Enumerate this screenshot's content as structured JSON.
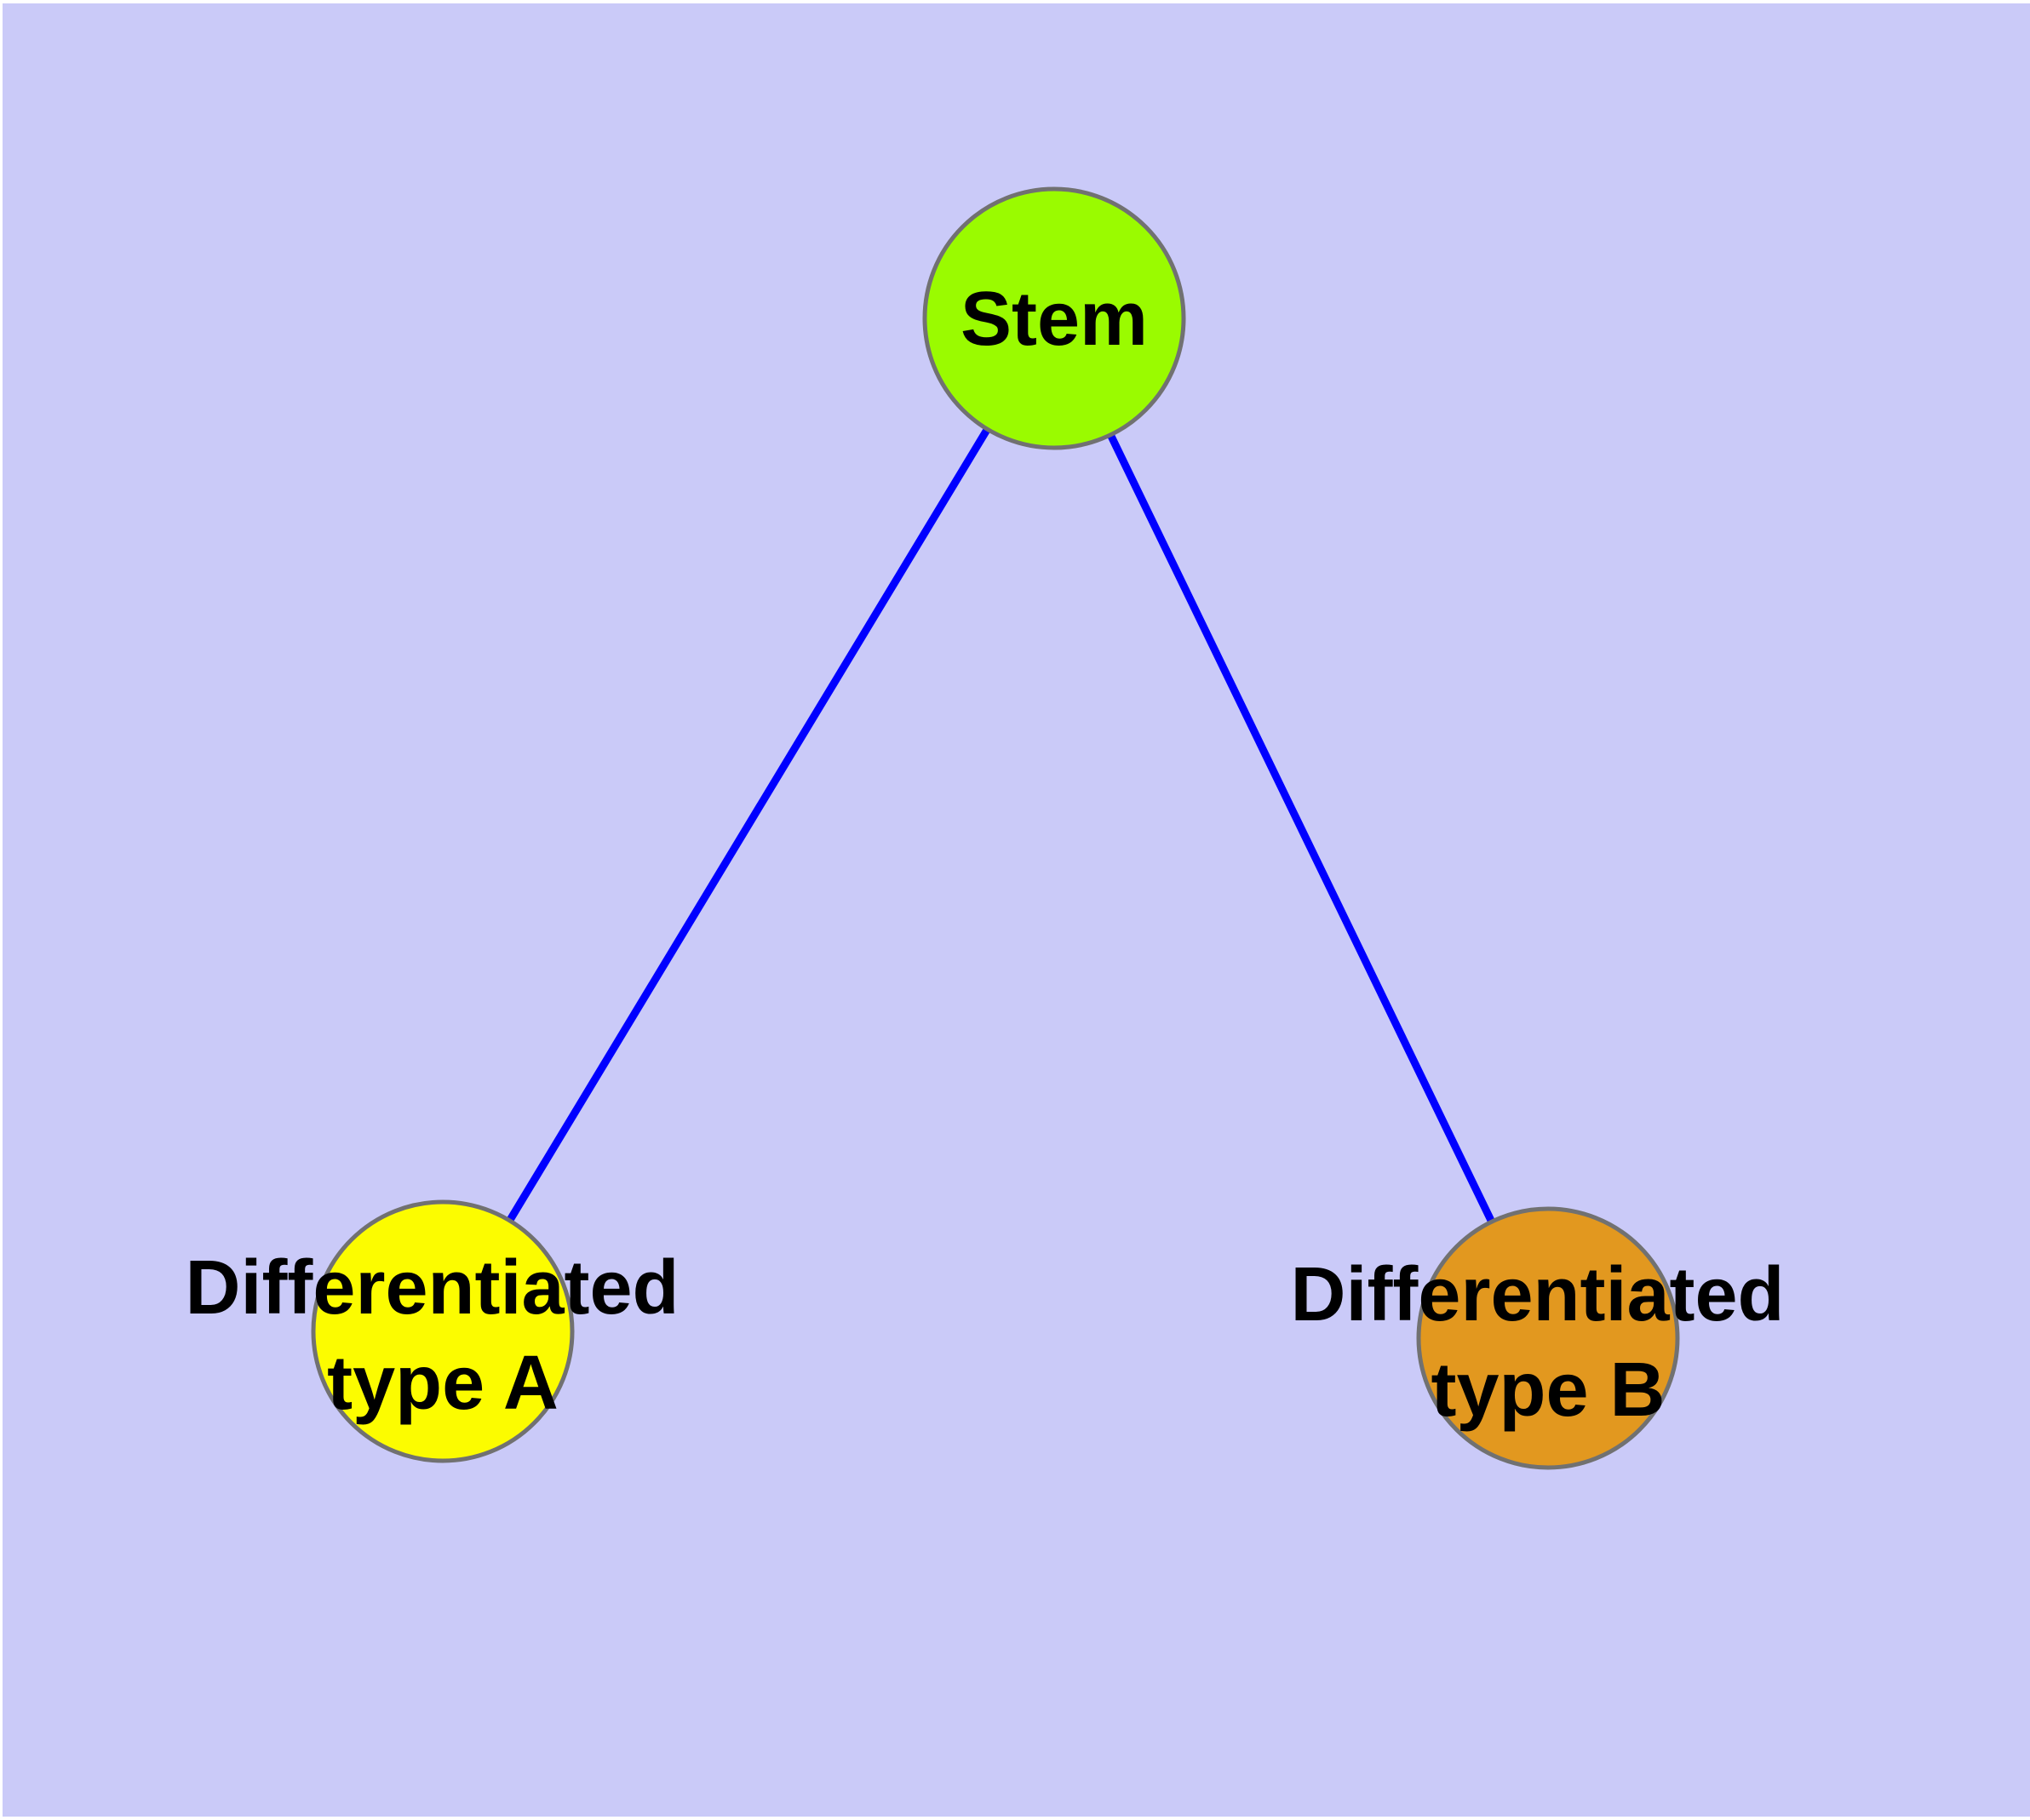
{
  "diagram": {
    "type": "node-link-graph",
    "nodes": {
      "stem": {
        "label": "Stem",
        "shape": "circle",
        "fill": "#9afb00"
      },
      "type_a": {
        "label_line1": "Differentiated",
        "label_line2": "type A",
        "shape": "circle",
        "fill": "#fcfc00"
      },
      "type_b": {
        "label_line1": "Differentiated",
        "label_line2": "type B",
        "shape": "circle",
        "fill": "#e2981f"
      }
    },
    "edges": [
      {
        "from": "Stem",
        "to": "Differentiated type A"
      },
      {
        "from": "Stem",
        "to": "Differentiated type B"
      }
    ]
  },
  "colors": {
    "page-margin": "#ffffff",
    "background": "#cacaf8",
    "edge": "#0000ff",
    "node-border": "#717171",
    "node-stem-fill": "#9afb00",
    "node-type-a-fill": "#fcfc00",
    "node-type-b-fill": "#e2981f",
    "label-color": "#000000"
  }
}
